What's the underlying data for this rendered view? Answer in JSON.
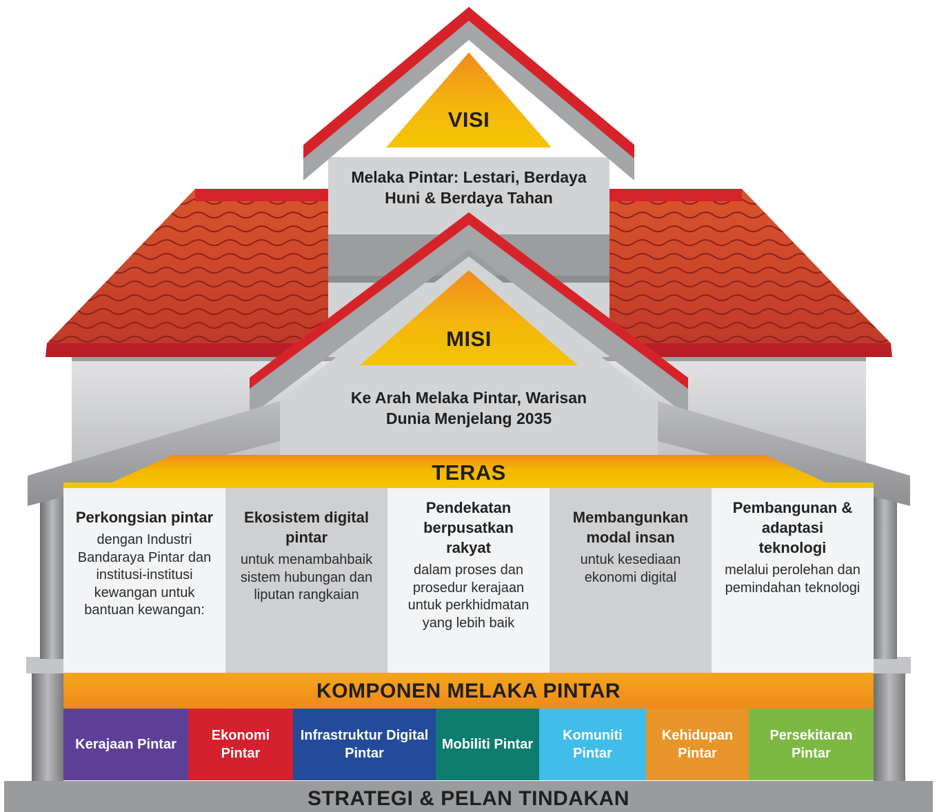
{
  "visi": {
    "heading": "VISI",
    "statement_line1": "Melaka Pintar: Lestari, Berdaya",
    "statement_line2": "Huni & Berdaya Tahan"
  },
  "misi": {
    "heading": "MISI",
    "statement_line1": "Ke Arah Melaka Pintar, Warisan",
    "statement_line2": "Dunia Menjelang 2035"
  },
  "teras": {
    "heading": "TERAS",
    "pillars": [
      {
        "title": "Perkongsian pintar",
        "body": "dengan Industri Bandaraya Pintar dan institusi-institusi kewangan untuk bantuan kewangan:"
      },
      {
        "title": "Ekosistem digital pintar",
        "body": "untuk menambahbaik sistem hubungan dan liputan rangkaian"
      },
      {
        "title": "Pendekatan berpusatkan rakyat",
        "body": "dalam proses dan prosedur kerajaan untuk perkhidmatan yang lebih baik"
      },
      {
        "title": "Membangunkan modal insan",
        "body": "untuk kesediaan ekonomi digital"
      },
      {
        "title": "Pembangunan & adaptasi teknologi",
        "body": "melalui perolehan dan pemindahan teknologi"
      }
    ]
  },
  "komponen": {
    "heading": "KOMPONEN MELAKA PINTAR",
    "items": [
      {
        "label": "Kerajaan Pintar",
        "color": "#5e3f98"
      },
      {
        "label": "Ekonomi Pintar",
        "color": "#d5202e"
      },
      {
        "label": "Infrastruktur Digital Pintar",
        "color": "#234b9b"
      },
      {
        "label": "Mobiliti Pintar",
        "color": "#0e7d6f"
      },
      {
        "label": "Komuniti Pintar",
        "color": "#41bde9"
      },
      {
        "label": "Kehidupan Pintar",
        "color": "#e8952a"
      },
      {
        "label": "Persekitaran Pintar",
        "color": "#7db844"
      }
    ]
  },
  "strategi": {
    "heading": "STRATEGI & PELAN TINDAKAN"
  },
  "colors": {
    "roof_red": "#cf2e2e",
    "tile_red": "#c8462b",
    "wall_grey": "#d1d2d4",
    "trim_grey": "#9a9b9d",
    "gold": "#f4b400",
    "orange": "#f08a1c"
  }
}
